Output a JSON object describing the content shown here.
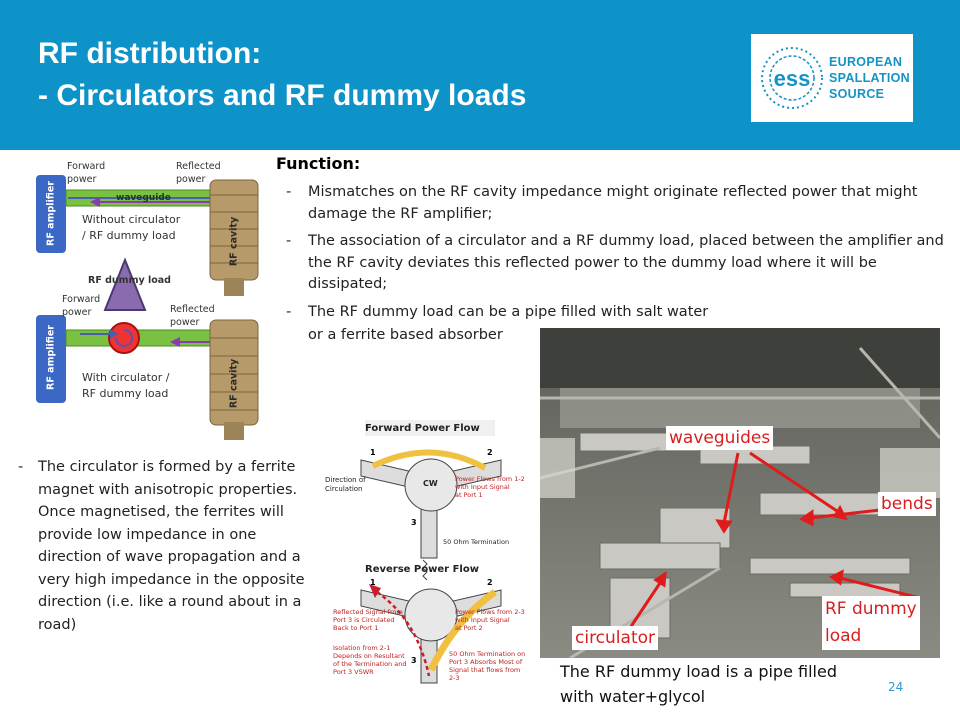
{
  "header": {
    "title_line1": "RF distribution:",
    "title_line2": "- Circulators and RF dummy loads",
    "logo": {
      "line1": "EUROPEAN",
      "line2": "SPALLATION",
      "line3": "SOURCE"
    },
    "colors": {
      "header_bg": "#0e93c9",
      "accent": "#1593c4"
    }
  },
  "diagram_top": {
    "forward_power": "Forward\npower",
    "reflected_power": "Reflected\npower",
    "waveguide": "waveguide",
    "rf_amplifier": "RF amplifier",
    "rf_cavity": "RF cavity",
    "caption": "Without circulator\n/ RF dummy load"
  },
  "diagram_bottom": {
    "rf_dummy_load": "RF dummy load",
    "forward_power": "Forward\npower",
    "reflected_power": "Reflected\npower",
    "rf_amplifier": "RF amplifier",
    "rf_cavity": "RF cavity",
    "caption": "With circulator /\nRF dummy load"
  },
  "function": {
    "title": "Function:",
    "bullets": [
      "Mismatches on the RF cavity impedance might originate reflected power that might damage the RF amplifier;",
      "The association of a circulator and a RF dummy load, placed between the amplifier and the RF cavity deviates this reflected power to the dummy load where it will be dissipated;",
      "The RF dummy load can be a pipe filled with salt water"
    ],
    "bullet3_continuation": "or a ferrite based absorber"
  },
  "circulator_text": "The circulator is formed by a ferrite magnet with anisotropic properties. Once magnetised, the ferrites will provide low impedance in one direction of wave propagation and a very high impedance in the opposite direction (i.e. like a round about in a road)",
  "flow_diagram": {
    "forward_title": "Forward Power Flow",
    "reverse_title": "Reverse Power Flow",
    "direction_label": "Direction of\nCirculation",
    "cw": "CW",
    "forward_note": "Power Flows from 1-2\nwith Input Signal\nat Port 1",
    "forward_term": "50 Ohm Termination",
    "reverse_left": "Reflected Signal from\nPort 3 is Circulated\nBack to Port 1",
    "reverse_right": "Power Flows from 2-3\nwith Input Signal\nat Port 2",
    "isolation": "Isolation from 2-1\nDepends on Resultant\nof the Termination and\nPort 3 VSWR",
    "reverse_term": "50 Ohm Termination on\nPort 3 Absorbs Most of\nSignal that flows from\n2-3",
    "ports": [
      "1",
      "2",
      "3"
    ]
  },
  "photo": {
    "labels": {
      "waveguides": "waveguides",
      "bends": "bends",
      "rf_dummy_load": "RF dummy\nload",
      "circulator": "circulator"
    },
    "caption": "The RF dummy load is a pipe filled\nwith water+glycol"
  },
  "page_number": "24"
}
